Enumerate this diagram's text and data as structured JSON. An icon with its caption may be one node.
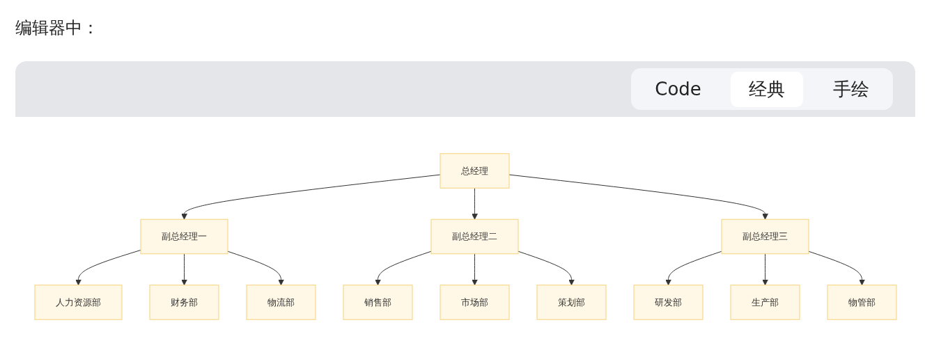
{
  "diagram": {
    "nodes": [
      {
        "text": [
          "总经理"
        ]
      },
      {
        "text": [
          "副总经理一"
        ]
      },
      {
        "text": [
          "副总经理二"
        ]
      },
      {
        "text": [
          "副总经理三"
        ]
      },
      {
        "text": [
          "人力资源部"
        ]
      },
      {
        "text": [
          "财务部"
        ]
      },
      {
        "text": [
          "物流部"
        ]
      },
      {
        "text": [
          "销售部"
        ]
      },
      {
        "text": [
          "市场部"
        ]
      },
      {
        "text": [
          "策划部"
        ]
      },
      {
        "text": [
          "研发部"
        ]
      },
      {
        "text": [
          "生产部"
        ]
      },
      {
        "text": [
          "物管部"
        ]
      }
    ],
    "edges": [
      {
        "from": 0,
        "to": 1,
        "arrow": "to"
      },
      {
        "from": 0,
        "to": 2,
        "arrow": "to"
      },
      {
        "from": 0,
        "to": 3,
        "arrow": "to"
      },
      {
        "from": 1,
        "to": 4,
        "arrow": "to"
      },
      {
        "from": 1,
        "to": 5,
        "arrow": "to"
      },
      {
        "from": 1,
        "to": 6,
        "arrow": "to"
      },
      {
        "from": 2,
        "to": 7,
        "arrow": "to"
      },
      {
        "from": 2,
        "to": 8,
        "arrow": "to"
      },
      {
        "from": 2,
        "to": 9,
        "arrow": "to"
      },
      {
        "from": 3,
        "to": 10,
        "arrow": "to"
      },
      {
        "from": 3,
        "to": 11,
        "arrow": "to"
      },
      {
        "from": 3,
        "to": 12,
        "arrow": "to"
      }
    ],
    "labels": [
      "编辑器中：",
      "Code",
      "经典",
      "手绘"
    ]
  }
}
